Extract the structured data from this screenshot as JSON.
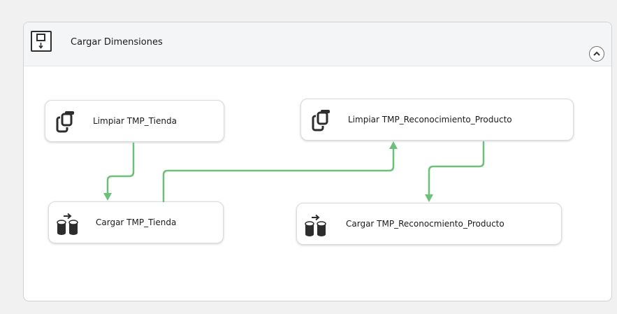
{
  "container": {
    "title": "Cargar Dimensiones",
    "icon": "sequence-container-icon",
    "collapse_icon": "chevron-up-icon"
  },
  "tasks": [
    {
      "id": "limpiar-tienda",
      "label": "Limpiar TMP_Tienda",
      "icon": "execute-sql-task-icon"
    },
    {
      "id": "limpiar-reconocimiento",
      "label": "Limpiar TMP_Reconocimiento_Producto",
      "icon": "execute-sql-task-icon"
    },
    {
      "id": "cargar-tienda",
      "label": "Cargar TMP_Tienda",
      "icon": "data-flow-task-icon"
    },
    {
      "id": "cargar-reconocmiento",
      "label": "Cargar TMP_Reconocmiento_Producto",
      "icon": "data-flow-task-icon"
    }
  ],
  "connectors": [
    {
      "from": "Limpiar TMP_Tienda",
      "to": "Cargar TMP_Tienda",
      "constraint": "success"
    },
    {
      "from": "Cargar TMP_Tienda",
      "to": "Limpiar TMP_Reconocimiento_Producto",
      "constraint": "success"
    },
    {
      "from": "Limpiar TMP_Reconocimiento_Producto",
      "to": "Cargar TMP_Reconocmiento_Producto",
      "constraint": "success"
    }
  ],
  "colors": {
    "success_connector": "#6cc07a",
    "canvas_background": "#f1f1f1",
    "container_header": "#f4f5f6"
  }
}
